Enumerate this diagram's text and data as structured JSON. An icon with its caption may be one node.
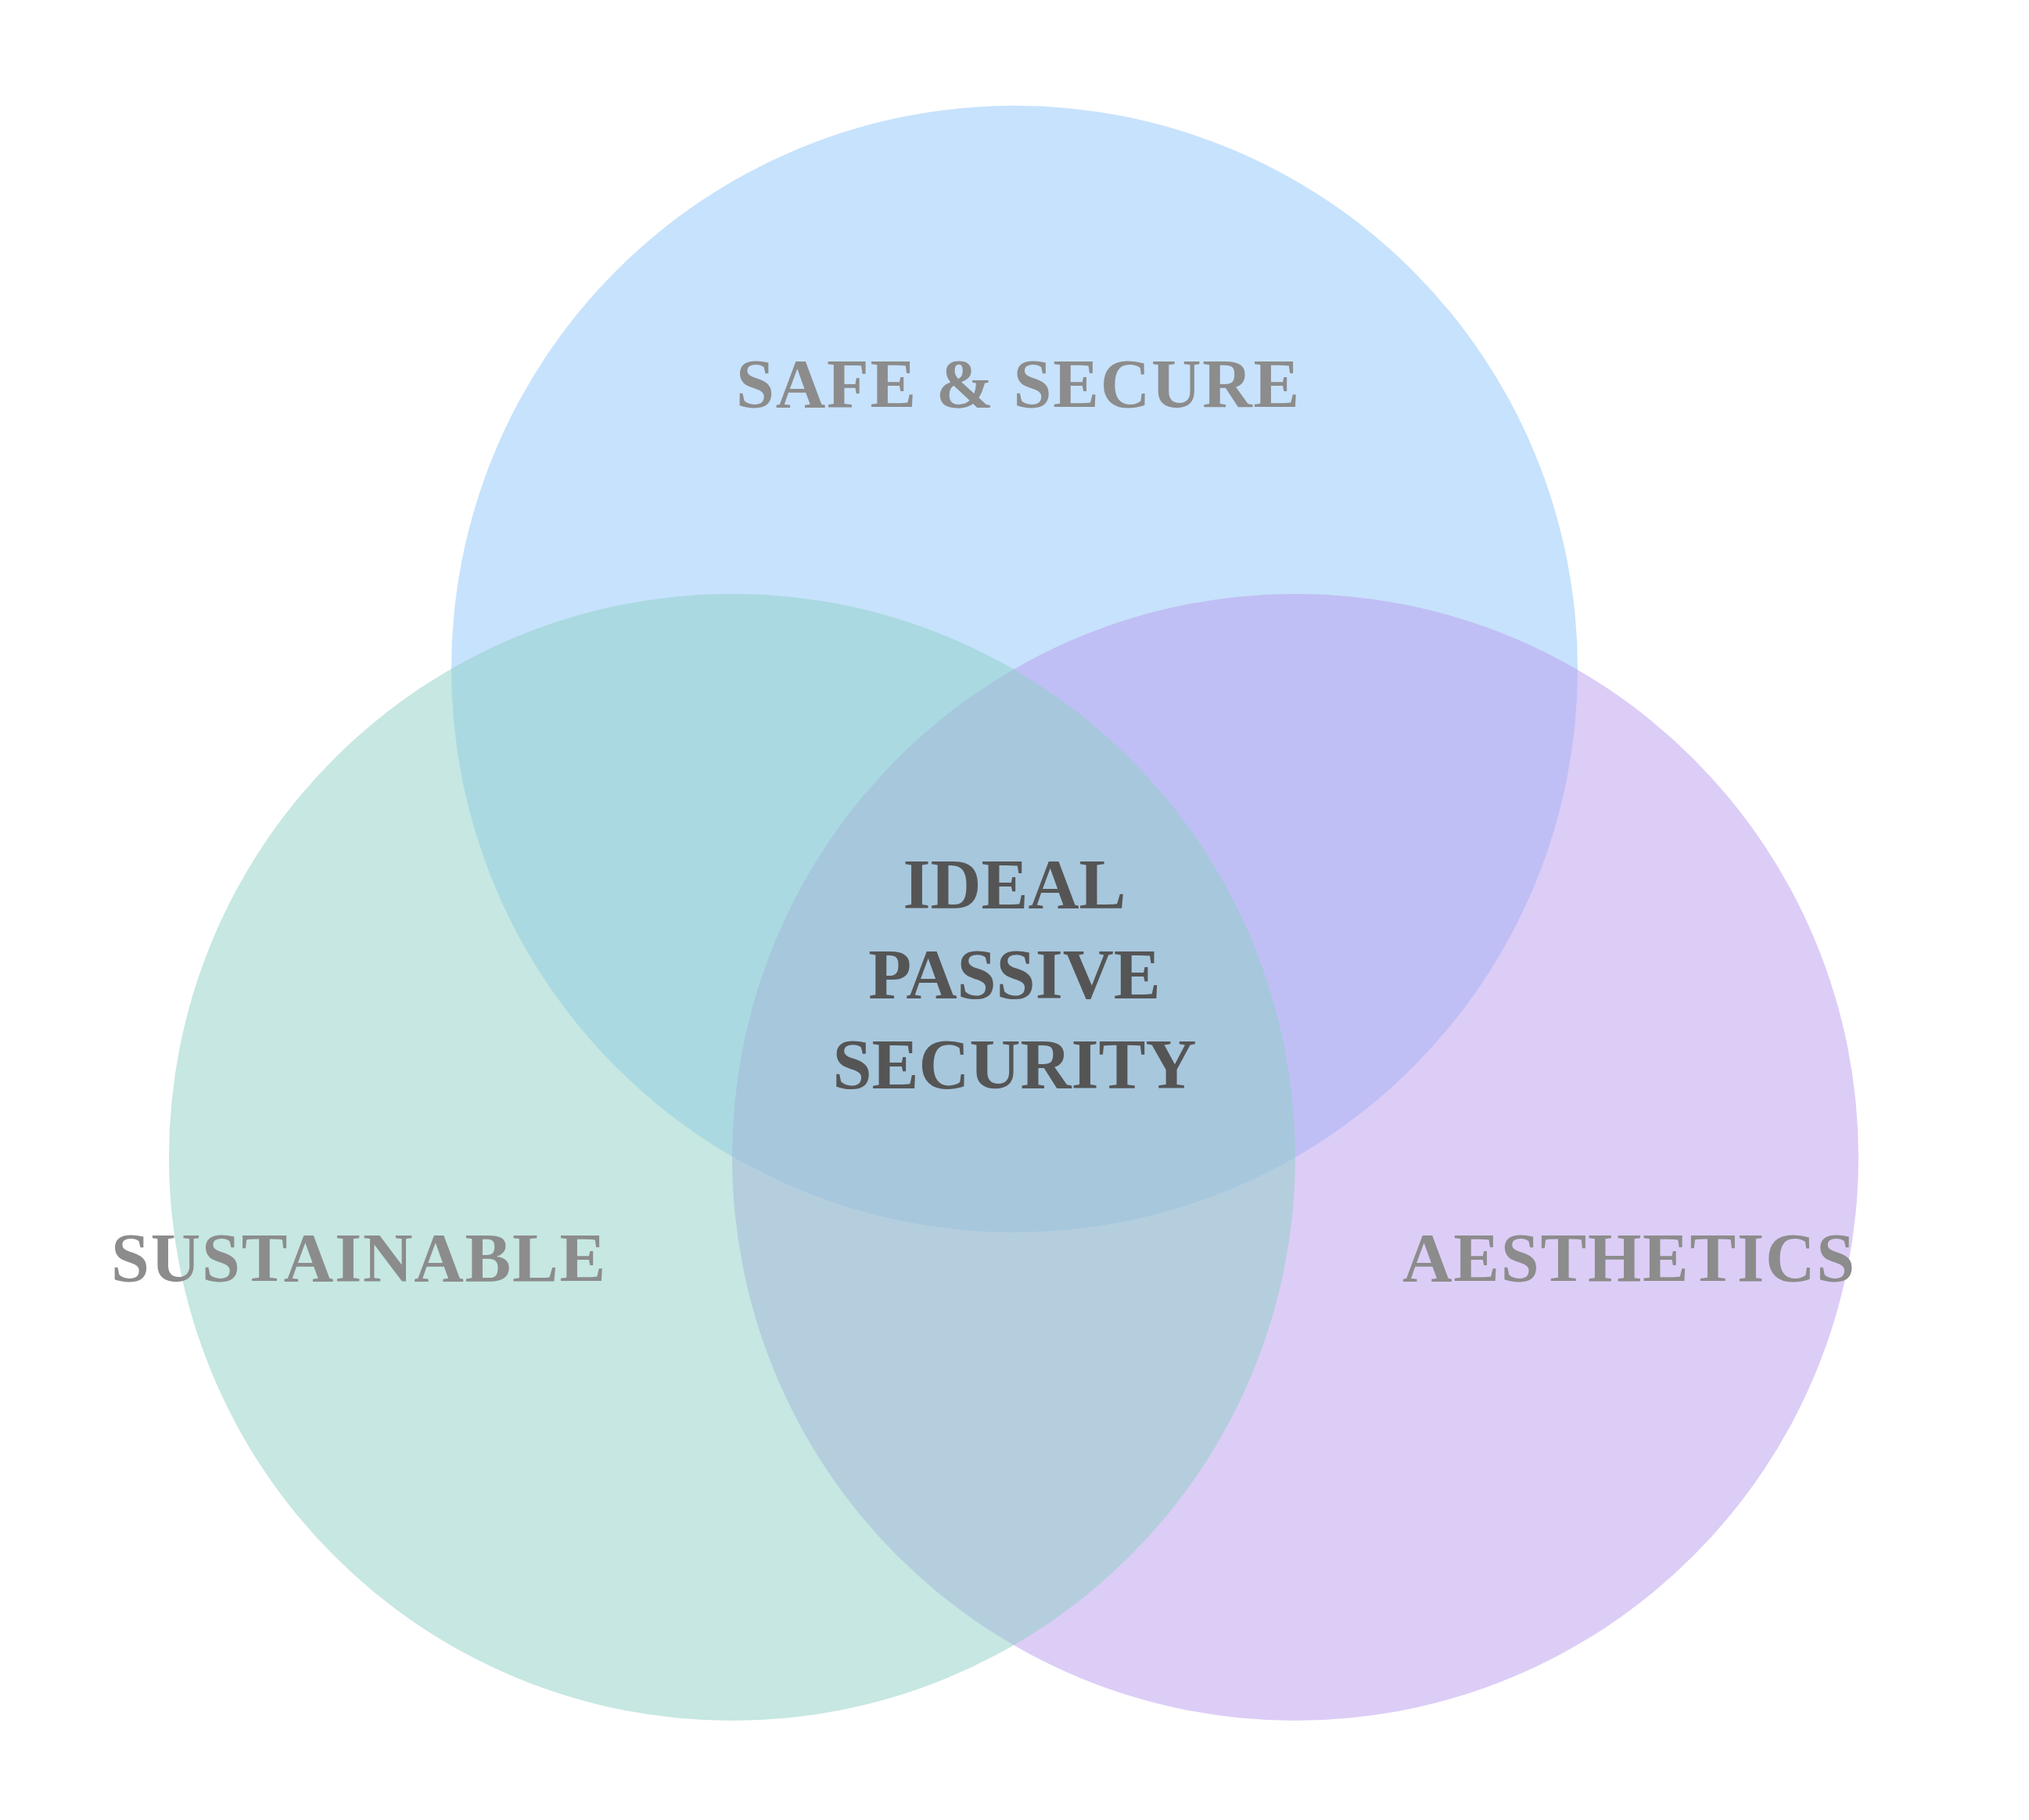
{
  "diagram": {
    "nodes": [
      {
        "text": [
          "SAFE & SECURE"
        ]
      },
      {
        "text": [
          "SUSTAINABLE"
        ]
      },
      {
        "text": [
          "AESTHETICS"
        ]
      }
    ],
    "labels": [
      "IDEAL PASSIVE SECURITY"
    ]
  }
}
